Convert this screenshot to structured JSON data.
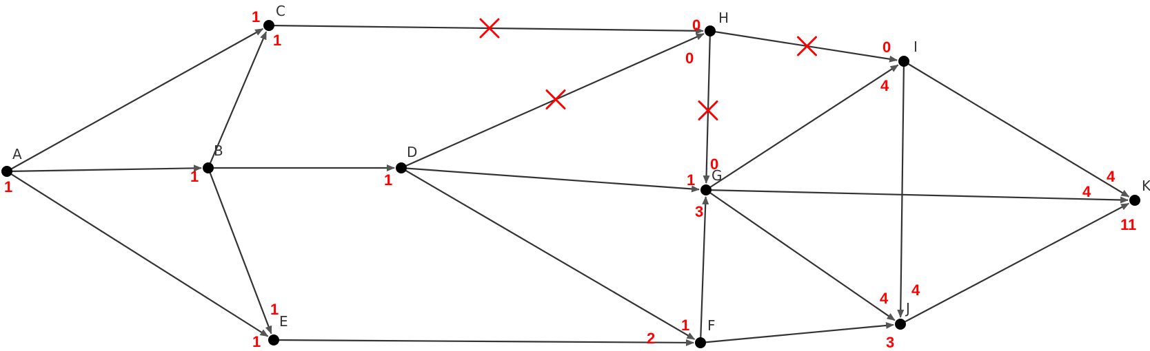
{
  "colors": {
    "edge": "#333333",
    "node": "#000000",
    "annotation": "#ff0000",
    "background": "#ffffff"
  },
  "nodes": [
    {
      "id": "A",
      "label": "A"
    },
    {
      "id": "B",
      "label": "B"
    },
    {
      "id": "C",
      "label": "C"
    },
    {
      "id": "D",
      "label": "D"
    },
    {
      "id": "E",
      "label": "E"
    },
    {
      "id": "F",
      "label": "F"
    },
    {
      "id": "G",
      "label": "G"
    },
    {
      "id": "H",
      "label": "H"
    },
    {
      "id": "I",
      "label": "I"
    },
    {
      "id": "J",
      "label": "J"
    },
    {
      "id": "K",
      "label": "K"
    }
  ],
  "edges": [
    {
      "from": "A",
      "to": "C",
      "crossed": false
    },
    {
      "from": "A",
      "to": "B",
      "crossed": false
    },
    {
      "from": "A",
      "to": "E",
      "crossed": false
    },
    {
      "from": "B",
      "to": "C",
      "crossed": false
    },
    {
      "from": "B",
      "to": "D",
      "crossed": false
    },
    {
      "from": "B",
      "to": "E",
      "crossed": false
    },
    {
      "from": "C",
      "to": "H",
      "crossed": true
    },
    {
      "from": "D",
      "to": "H",
      "crossed": true
    },
    {
      "from": "D",
      "to": "G",
      "crossed": false
    },
    {
      "from": "D",
      "to": "F",
      "crossed": false
    },
    {
      "from": "E",
      "to": "F",
      "crossed": false
    },
    {
      "from": "F",
      "to": "G",
      "crossed": false
    },
    {
      "from": "F",
      "to": "J",
      "crossed": false
    },
    {
      "from": "H",
      "to": "I",
      "crossed": true
    },
    {
      "from": "H",
      "to": "G",
      "crossed": true
    },
    {
      "from": "G",
      "to": "I",
      "crossed": false
    },
    {
      "from": "G",
      "to": "J",
      "crossed": false
    },
    {
      "from": "G",
      "to": "K",
      "crossed": false
    },
    {
      "from": "I",
      "to": "J",
      "crossed": false
    },
    {
      "from": "I",
      "to": "K",
      "crossed": false
    },
    {
      "from": "J",
      "to": "K",
      "crossed": false
    }
  ],
  "annotations": [
    {
      "id": "a-below-a",
      "text": "1"
    },
    {
      "id": "b-below-b",
      "text": "1"
    },
    {
      "id": "c-in-ac",
      "text": "1"
    },
    {
      "id": "c-in-bc",
      "text": "1"
    },
    {
      "id": "d-below-d",
      "text": "1"
    },
    {
      "id": "e-in-be",
      "text": "1"
    },
    {
      "id": "e-in-ae",
      "text": "1"
    },
    {
      "id": "f-in-ef",
      "text": "2"
    },
    {
      "id": "f-in-df",
      "text": "1"
    },
    {
      "id": "g-in-dg",
      "text": "1"
    },
    {
      "id": "g-in-hg",
      "text": "0"
    },
    {
      "id": "g-in-fg",
      "text": "3"
    },
    {
      "id": "h-in-ch",
      "text": "0"
    },
    {
      "id": "h-in-dh",
      "text": "0"
    },
    {
      "id": "i-in-hi",
      "text": "0"
    },
    {
      "id": "i-in-gi",
      "text": "4"
    },
    {
      "id": "j-in-gj",
      "text": "4"
    },
    {
      "id": "j-in-ij",
      "text": "4"
    },
    {
      "id": "j-in-fj",
      "text": "3"
    },
    {
      "id": "k-in-ik",
      "text": "4"
    },
    {
      "id": "k-in-gk",
      "text": "4"
    },
    {
      "id": "k-total",
      "text": "11"
    }
  ]
}
